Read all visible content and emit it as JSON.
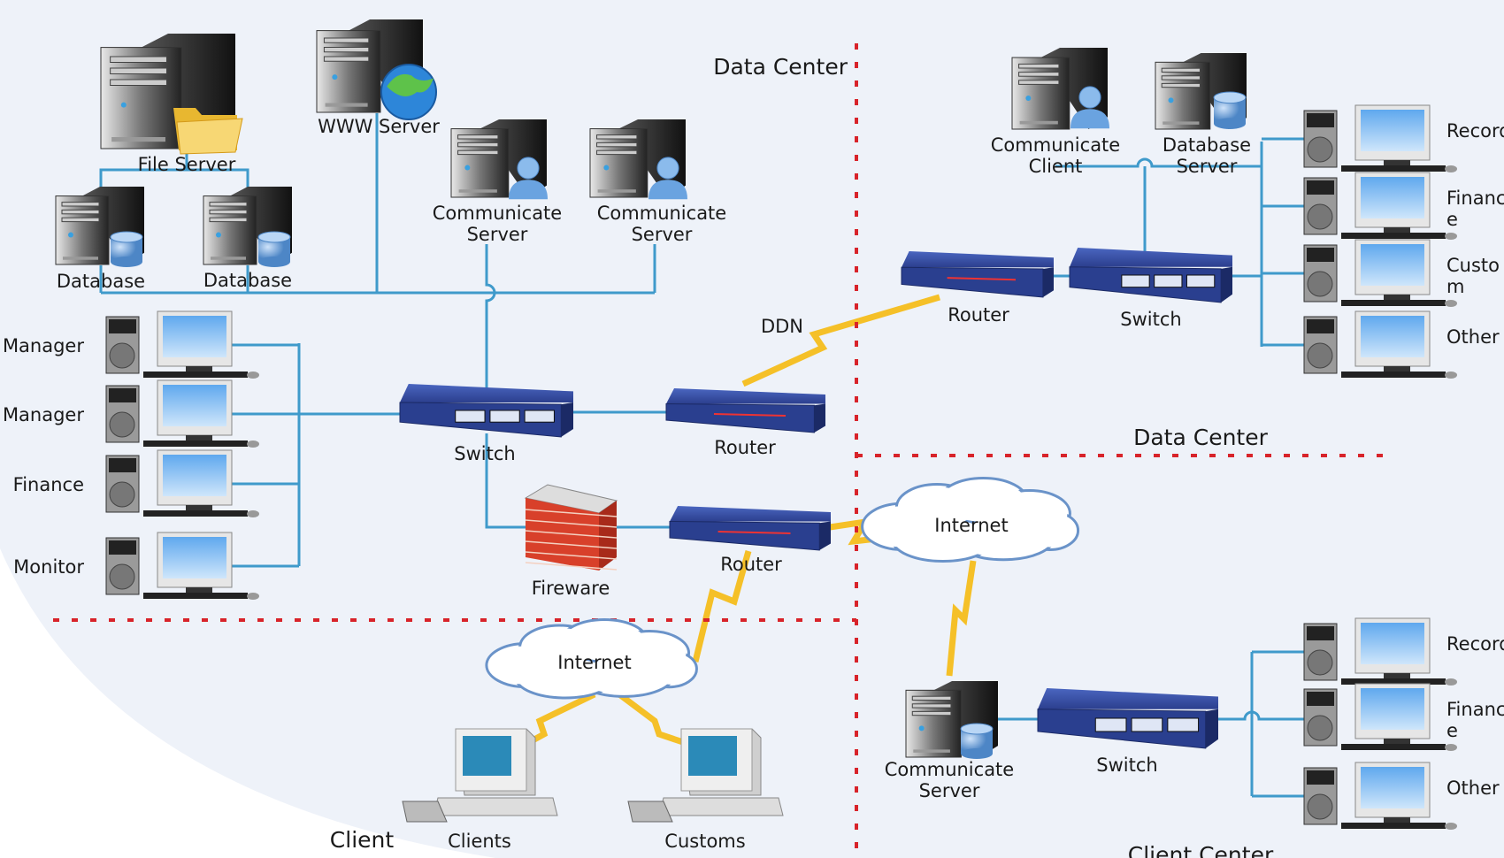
{
  "colors": {
    "link": "#3f9acb",
    "zone_border": "#d8232a",
    "lightning": "#f5c028",
    "device_blue": "#2e4a9a",
    "screen": "#8cc2f2",
    "background": "#eef2f9"
  },
  "zones": {
    "data_center_left": "Data Center",
    "data_center_right": "Data Center",
    "client": "Client",
    "client_center": "Client Center"
  },
  "nodes": {
    "file_server": "File Server",
    "www_server": "WWW Server",
    "database_1": "Database",
    "database_2": "Database",
    "comm_server_1": [
      "Communicate",
      "Server"
    ],
    "comm_server_2": [
      "Communicate",
      "Server"
    ],
    "switch_main": "Switch",
    "router_main": "Router",
    "ddn": "DDN",
    "router_dc": "Router",
    "switch_dc": "Switch",
    "comm_client": [
      "Communicate",
      "Client"
    ],
    "db_server": [
      "Database",
      "Server"
    ],
    "firewall": "Fireware",
    "router_edge": "Router",
    "internet_1": "Internet",
    "internet_2": "Internet",
    "clients": "Clients",
    "customs": "Customs",
    "comm_server_cc": [
      "Communicate",
      "Server"
    ],
    "switch_cc": "Switch"
  },
  "left_clients": [
    [
      "Manager"
    ],
    [
      "Manager"
    ],
    [
      "Finance"
    ],
    [
      "Monitor"
    ]
  ],
  "dc_clients": [
    [
      "Record"
    ],
    [
      "Financ",
      "e"
    ],
    [
      "Custo",
      "m"
    ],
    [
      "Other"
    ]
  ],
  "cc_clients": [
    [
      "Record"
    ],
    [
      "Financ",
      "e"
    ],
    [
      "Other"
    ]
  ],
  "icons": [
    "server-icon",
    "database-icon",
    "folder-icon",
    "globe-icon",
    "user-icon",
    "workstation-icon",
    "switch-icon",
    "router-icon",
    "firewall-icon",
    "cloud-icon",
    "lightning-icon"
  ]
}
